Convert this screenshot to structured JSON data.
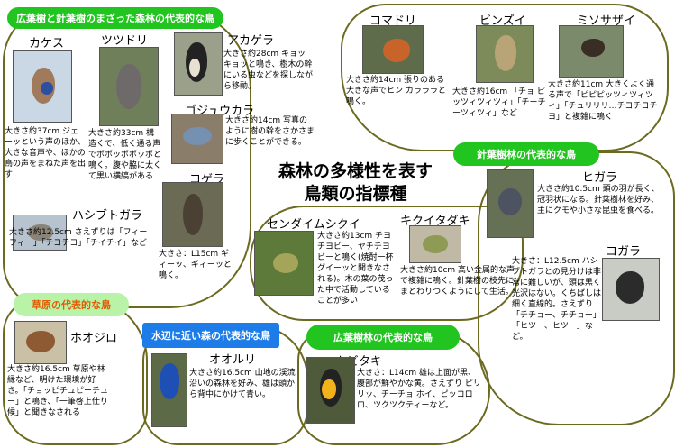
{
  "sections": {
    "mixed_forest": "広葉樹と針葉樹のまざった森林の代表的な鳥",
    "conifer_forest": "針葉樹林の代表的な鳥",
    "grassland": "草原の代表的な鳥",
    "waterside": "水辺に近い森の代表的な鳥",
    "broadleaf_forest": "広葉樹林の代表的な鳥"
  },
  "title": {
    "line1": "森林の多様性を表す",
    "line2": "鳥類の指標種"
  },
  "birds": {
    "kakesu": {
      "name": "カケス",
      "desc": "大きさ約37cm ジェーッという声のほか、大きな音声や、ほかの鳥の声をまねた声を出す"
    },
    "tsutsudori": {
      "name": "ツツドリ",
      "desc": "大きさ約33cm 構造くで、低く通る声でポポッポポッポと鳴く。腹や脇に太くて黒い横縞がある"
    },
    "akagera": {
      "name": "アカゲラ",
      "desc": "大きさ約28cm キョッキョッと鳴き、樹木の幹にいる虫などを探しながら移動。"
    },
    "goshuukara": {
      "name": "ゴジュウカラ",
      "desc": "大きさ約14cm 写真のように樹の幹をさかさまに歩くことができる。"
    },
    "kogera": {
      "name": "コゲラ",
      "desc": "大きさ：L15cm ギィーッ、ギィーッと鳴く。"
    },
    "hashibutogara": {
      "name": "ハシブトガラ",
      "desc": "大きさ約12.5cm さえずりは「フィーフィー」「チヨチヨ」「チイチイ」など"
    },
    "komadori": {
      "name": "コマドリ",
      "desc": "大きさ約14cm 張りのある大きな声でヒン カラララと鳴く。"
    },
    "binzui": {
      "name": "ビンズイ",
      "desc": "大きさ約16cm 「チョ ピッツィツィツィ」「チーチーツィツィ」など"
    },
    "misosazai": {
      "name": "ミソサザイ",
      "desc": "大きさ約11cm 大きくよく通る声で「ピピピッツィツィツィ」「チュリリリ…チヨチヨチヨ」と複雑に鳴く"
    },
    "sendaimushikui": {
      "name": "センダイムシクイ",
      "desc": "大きさ約13cm チヨチヨビー、ヤチチヨビーと鳴く(焼酎一杯グイーッと聞きなされる)。木の葉の茂った中で活動していることが多い"
    },
    "kikuitadaki": {
      "name": "キクイタダキ",
      "desc": "大きさ約10cm 高い金属的な声で複雑に鳴く。針葉樹の枝先にまとわりつくようにして生活。"
    },
    "higara": {
      "name": "ヒガラ",
      "desc": "大きさ約10.5cm 頭の羽が長く、冠羽状になる。針葉樹林を好み、主にクモや小さな昆虫を食べる。"
    },
    "kogara": {
      "name": "コガラ",
      "desc": "大きさ：L12.5cm ハシブトガラとの見分けは非常に難しいが、頭は黒く光沢はない。くちばしは細く直線的。さえずり「チチョー、チチョー」「ヒツー、ヒツー」など。"
    },
    "hoojiro": {
      "name": "ホオジロ",
      "desc": "大きさ約16.5cm 草原や林縁など、明けた環境が好き。「チョッピチュピーチュー」と鳴き、「一筆啓上仕り候」と聞きなされる"
    },
    "ooruri": {
      "name": "オオルリ",
      "desc": "大きさ約16.5cm 山地の渓流沿いの森林を好み、雄は頭から背中にかけて青い。"
    },
    "kibitaki": {
      "name": "キビタキ",
      "desc": "大きさ：L14cm 雄は上面が黒、腹部が鮮やかな黄。さえずり ピリリッ、チーチョ ホイ、ピッコロロ、ツクツクティーなど。"
    }
  },
  "colors": {
    "header_green": "#22c41f",
    "header_light_green": "#b9f3a8",
    "header_orange_text": "#e35b00",
    "header_blue": "#1d7ce8",
    "outline": "#6b6a1f"
  }
}
